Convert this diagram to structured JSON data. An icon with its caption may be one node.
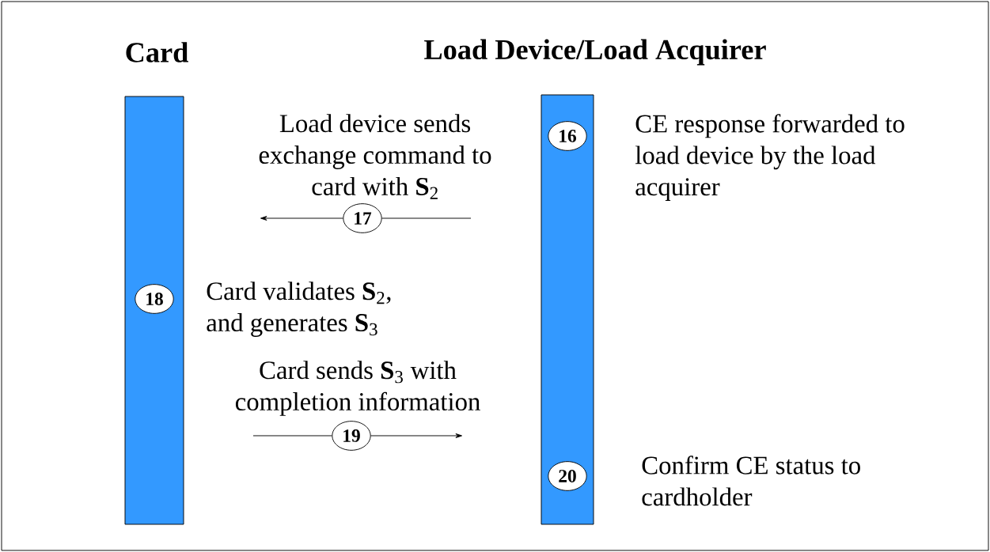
{
  "diagram": {
    "nodes": [
      {
        "text": [
          "Card"
        ]
      },
      {
        "text": [
          "Load Device/Load Acquirer"
        ]
      },
      {
        "text": [
          "16"
        ],
        "in": 1,
        "beside": [
          "CE response forwarded to load device by the load acquirer"
        ]
      },
      {
        "text": [
          "17"
        ],
        "beside": [
          "Load device sends exchange command to card with **S**$_{2}$"
        ]
      },
      {
        "text": [
          "18"
        ],
        "in": 0,
        "beside": [
          "Card validates **S**$_{2}$, and generates **S**$_{3}$"
        ]
      },
      {
        "text": [
          "19"
        ],
        "beside": [
          "Card sends **S**$_{3}$ with completion information"
        ]
      },
      {
        "text": [
          "20"
        ],
        "in": 1,
        "beside": [
          "Confirm CE status to cardholder"
        ]
      }
    ],
    "edges": [
      {
        "from": null,
        "to": 3,
        "arrow": "none"
      },
      {
        "from": 3,
        "to": null,
        "arrow": "to"
      },
      {
        "from": null,
        "to": 5,
        "arrow": "none"
      },
      {
        "from": 5,
        "to": null,
        "arrow": "to"
      }
    ]
  }
}
